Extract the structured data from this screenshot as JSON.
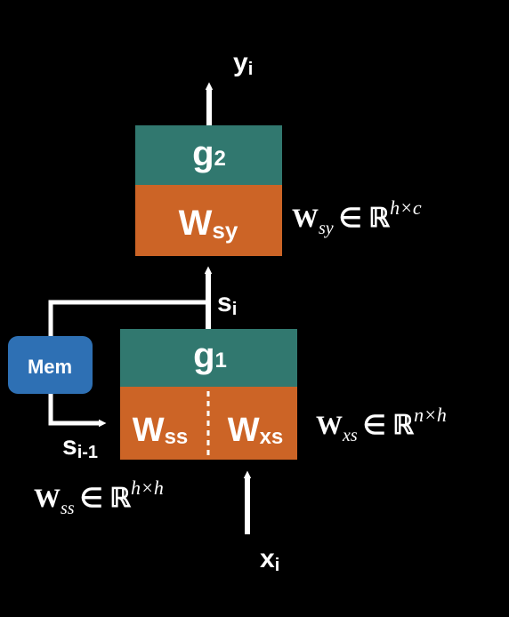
{
  "colors": {
    "background": "#000000",
    "teal": "#31786f",
    "orange": "#cc6426",
    "memory_blue": "#2e70b4",
    "arrow": "#ffffff"
  },
  "top_block": {
    "activation": {
      "base": "g",
      "sub": "2"
    },
    "weight": {
      "base": "W",
      "sub": "sy"
    }
  },
  "bottom_block": {
    "activation": {
      "base": "g",
      "sub": "1"
    },
    "weight_left": {
      "base": "W",
      "sub": "ss"
    },
    "weight_right": {
      "base": "W",
      "sub": "xs"
    }
  },
  "memory": {
    "label": "Mem"
  },
  "signals": {
    "output": {
      "base": "y",
      "sub": "i"
    },
    "state": {
      "base": "s",
      "sub": "i"
    },
    "prev_state": {
      "base": "s",
      "sub": "i-1"
    },
    "input": {
      "base": "x",
      "sub": "i"
    }
  },
  "equations": {
    "w_sy": {
      "base": "W",
      "sub": "sy",
      "rel": "∈ ℝ",
      "sup": "h×c"
    },
    "w_xs": {
      "base": "W",
      "sub": "xs",
      "rel": "∈ ℝ",
      "sup": "n×h"
    },
    "w_ss": {
      "base": "W",
      "sub": "ss",
      "rel": "∈ ℝ",
      "sup": "h×h"
    }
  }
}
